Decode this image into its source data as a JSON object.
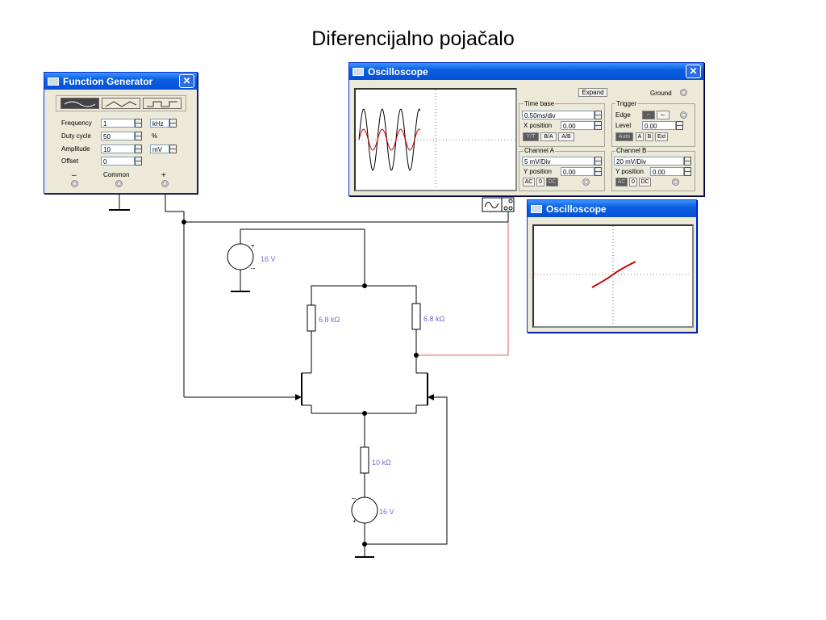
{
  "page_title": "Diferencijalno pojačalo",
  "function_generator": {
    "title": "Function Generator",
    "waveforms": [
      "sine-wave-icon",
      "triangle-wave-icon",
      "square-wave-icon"
    ],
    "frequency_label": "Frequency",
    "frequency_value": "1",
    "frequency_unit": "kHz",
    "duty_label": "Duty cycle",
    "duty_value": "50",
    "duty_unit": "%",
    "amplitude_label": "Amplitude",
    "amplitude_value": "10",
    "amplitude_unit": "mV",
    "offset_label": "Offset",
    "offset_value": "0",
    "term_minus": "–",
    "term_common": "Common",
    "term_plus": "+"
  },
  "oscilloscope_main": {
    "title": "Oscilloscope",
    "expand_label": "Expand",
    "ground_label": "Ground",
    "timebase_label": "Time base",
    "timebase_value": "0.50ms/div",
    "xpos_label": "X position",
    "xpos_value": "0.00",
    "mode_buttons": [
      "Y/T",
      "B/A",
      "A/B"
    ],
    "trigger_label": "Trigger",
    "edge_label": "Edge",
    "level_label": "Level",
    "level_value": "0.00",
    "trigger_buttons": [
      "Auto",
      "A",
      "B",
      "Ext"
    ],
    "channel_a_label": "Channel A",
    "channel_a_scale": "5 mV/Div",
    "channel_a_ypos_label": "Y position",
    "channel_a_ypos": "0.00",
    "channel_b_label": "Channel B",
    "channel_b_scale": "20 mV/Div",
    "channel_b_ypos_label": "Y position",
    "channel_b_ypos": "0.00",
    "coupling_buttons": [
      "AC",
      "0",
      "DC"
    ]
  },
  "oscilloscope_second": {
    "title": "Oscilloscope"
  },
  "circuit": {
    "vcc_label": "16 V",
    "vee_label": "16 V",
    "r1_label": "6.8 kΩ",
    "r2_label": "6.8 kΩ",
    "r3_label": "10 kΩ"
  },
  "colors": {
    "titlebar": "#0a5fe0",
    "trace_a": "#000000",
    "trace_b": "#cc0000",
    "wire_probe": "#e06060",
    "component_label": "#6b6bd0"
  }
}
